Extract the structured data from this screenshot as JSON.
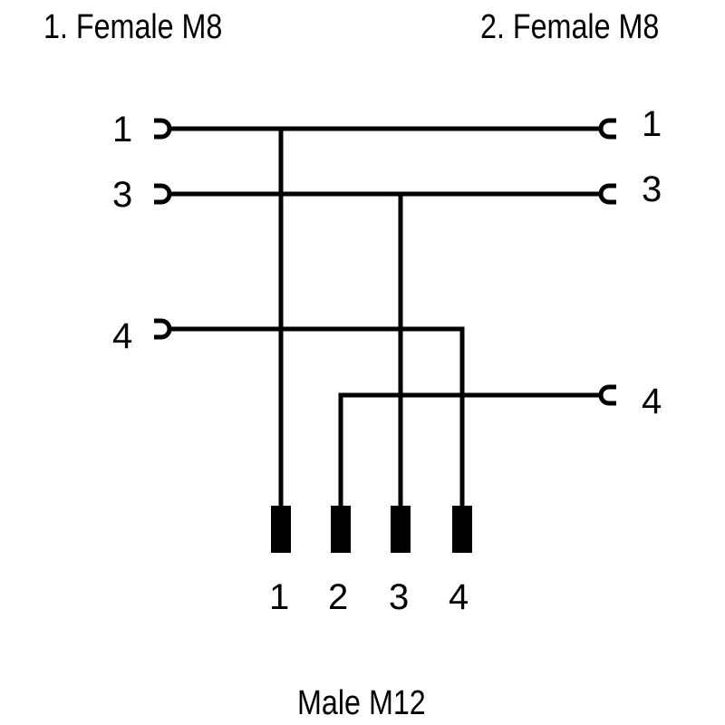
{
  "connector_left": {
    "title": "1. Female M8",
    "pins": [
      "1",
      "3",
      "4"
    ]
  },
  "connector_right": {
    "title": "2. Female M8",
    "pins": [
      "1",
      "3",
      "4"
    ]
  },
  "connector_bottom": {
    "title": "Male M12",
    "pins": [
      "1",
      "2",
      "3",
      "4"
    ]
  },
  "colors": {
    "line": "#000000",
    "background": "#ffffff"
  }
}
